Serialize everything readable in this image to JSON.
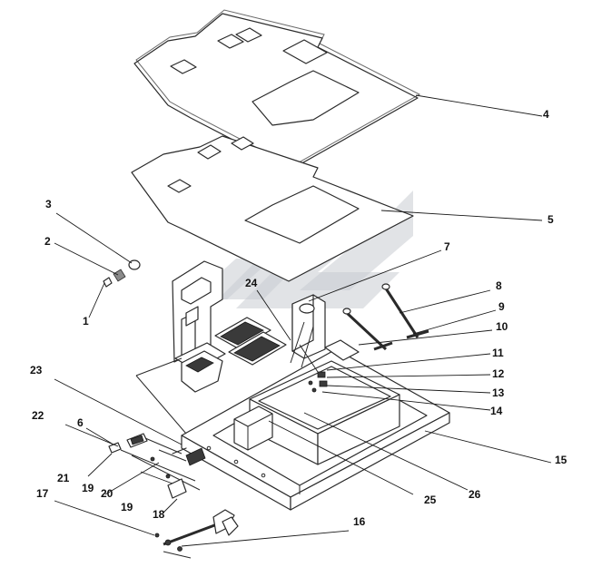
{
  "diagram": {
    "callouts": [
      {
        "id": "c1",
        "label": "1"
      },
      {
        "id": "c2",
        "label": "2"
      },
      {
        "id": "c3",
        "label": "3"
      },
      {
        "id": "c4",
        "label": "4"
      },
      {
        "id": "c5",
        "label": "5"
      },
      {
        "id": "c6",
        "label": "6"
      },
      {
        "id": "c7",
        "label": "7"
      },
      {
        "id": "c8",
        "label": "8"
      },
      {
        "id": "c9",
        "label": "9"
      },
      {
        "id": "c10",
        "label": "10"
      },
      {
        "id": "c11",
        "label": "11"
      },
      {
        "id": "c12",
        "label": "12"
      },
      {
        "id": "c13",
        "label": "13"
      },
      {
        "id": "c14",
        "label": "14"
      },
      {
        "id": "c15",
        "label": "15"
      },
      {
        "id": "c16",
        "label": "16"
      },
      {
        "id": "c17",
        "label": "17"
      },
      {
        "id": "c18",
        "label": "18"
      },
      {
        "id": "c19a",
        "label": "19"
      },
      {
        "id": "c19b",
        "label": "19"
      },
      {
        "id": "c20",
        "label": "20"
      },
      {
        "id": "c21",
        "label": "21"
      },
      {
        "id": "c22",
        "label": "22"
      },
      {
        "id": "c23",
        "label": "23"
      },
      {
        "id": "c24",
        "label": "24"
      },
      {
        "id": "c25",
        "label": "25"
      },
      {
        "id": "c26",
        "label": "26"
      }
    ]
  }
}
